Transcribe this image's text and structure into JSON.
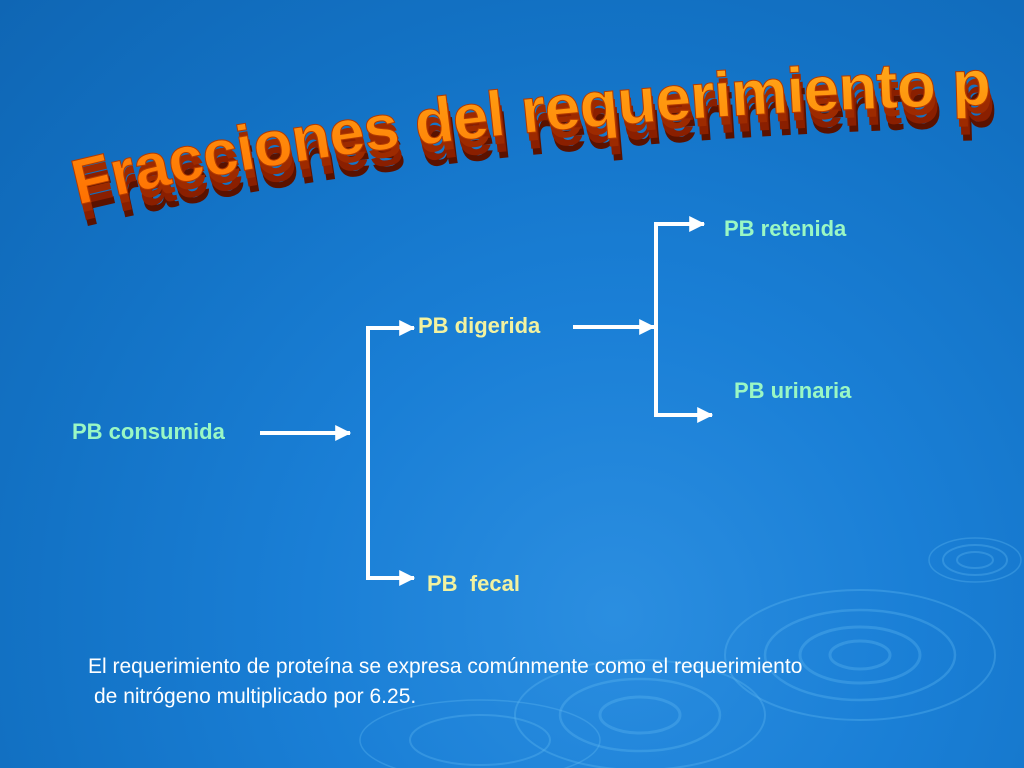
{
  "slide": {
    "title": "Fracciones del requerimiento proteico",
    "colors": {
      "background": "#1373c6",
      "title_face": "#ff8a00",
      "title_face_top": "#ffd23a",
      "title_extrusion": "#8a1f00",
      "label_green": "#9af7c4",
      "label_yellow": "#f2f2a0",
      "arrow": "#ffffff"
    },
    "nodes": {
      "consumida": "PB consumida",
      "digerida": "PB digerida",
      "fecal": "PB  fecal",
      "retenida": "PB retenida",
      "urinaria": "PB urinaria"
    },
    "note": {
      "line1": "El requerimiento de proteína se expresa comúnmente como el requerimiento",
      "line2": "de nitrógeno multiplicado por 6.25."
    }
  }
}
